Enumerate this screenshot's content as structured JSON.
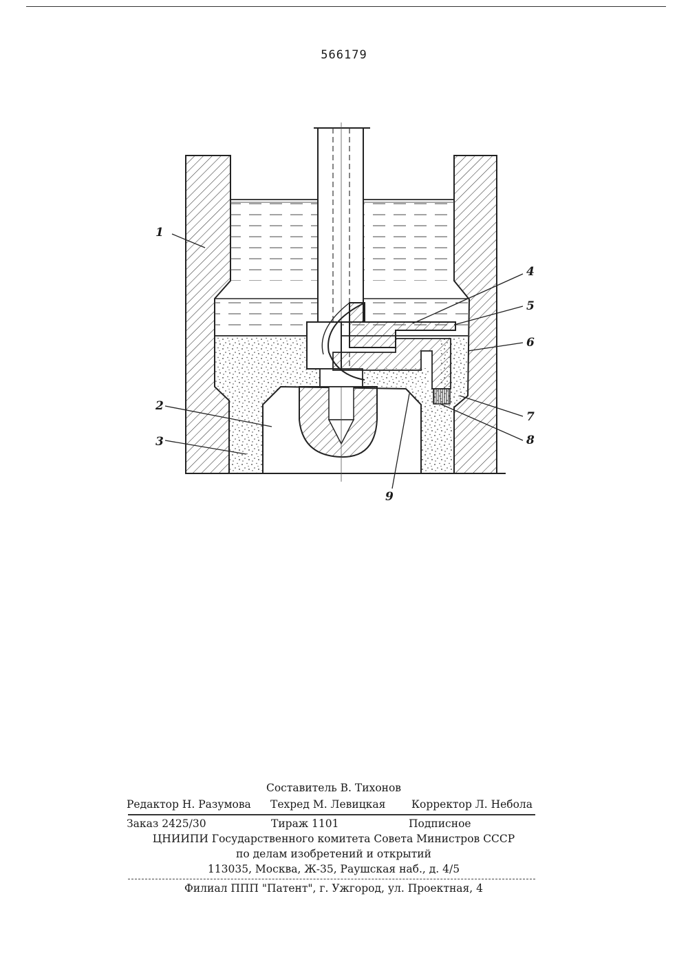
{
  "document": {
    "patent_number": "566179",
    "figure_labels": [
      "1",
      "2",
      "3",
      "4",
      "5",
      "6",
      "7",
      "8",
      "9"
    ]
  },
  "imprint": {
    "compiler": "Составитель В. Тихонов",
    "editor": "Редактор Н. Разумова",
    "tech_editor": "Техред М. Левицкая",
    "corrector": "Корректор Л. Небола",
    "order": "Заказ 2425/30",
    "print_run": "Тираж 1101",
    "subscription": "Подписное",
    "org_line1": "ЦНИИПИ Государственного комитета Совета Министров СССР",
    "org_line2": "по делам изобретений и открытий",
    "address": "113035, Москва, Ж-35, Раушская наб., д. 4/5",
    "branch": "Филиал ППП \"Патент\", г. Ужгород, ул. Проектная, 4"
  }
}
